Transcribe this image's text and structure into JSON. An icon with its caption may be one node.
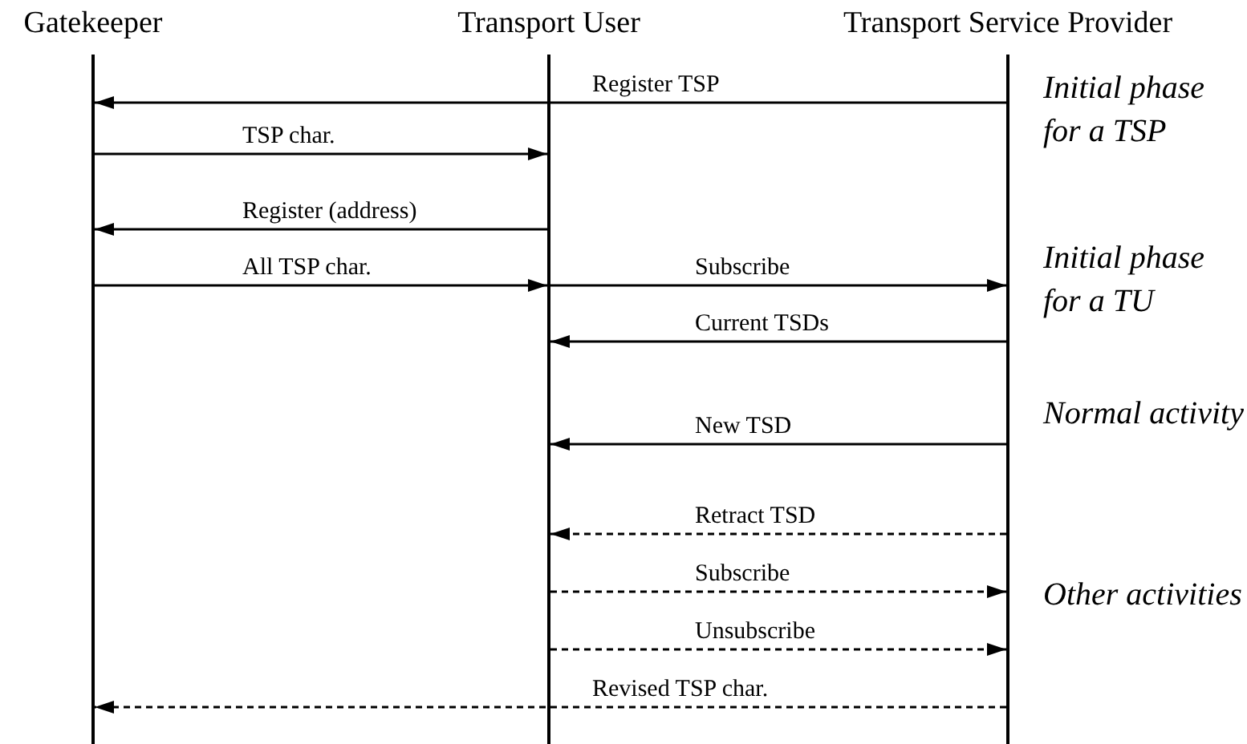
{
  "diagram": {
    "nodes": [
      {
        "text": [
          "Gatekeeper"
        ]
      },
      {
        "text": [
          "Transport User"
        ]
      },
      {
        "text": [
          "Transport Service Provider"
        ]
      }
    ],
    "edges": [
      {
        "from": 2,
        "to": 0,
        "arrow": "to",
        "label": "Register TSP"
      },
      {
        "from": 0,
        "to": 1,
        "arrow": "to",
        "label": "TSP char."
      },
      {
        "from": 1,
        "to": 0,
        "arrow": "to",
        "label": "Register (address)"
      },
      {
        "from": 0,
        "to": 1,
        "arrow": "to",
        "label": "All TSP char."
      },
      {
        "from": 1,
        "to": 2,
        "arrow": "to",
        "label": "Subscribe"
      },
      {
        "from": 2,
        "to": 1,
        "arrow": "to",
        "label": "Current TSDs"
      },
      {
        "from": 2,
        "to": 1,
        "arrow": "to",
        "label": "New TSD"
      },
      {
        "from": 2,
        "to": 1,
        "arrow": "to",
        "label": "Retract TSD",
        "style": "dashed"
      },
      {
        "from": 1,
        "to": 2,
        "arrow": "to",
        "label": "Subscribe",
        "style": "dashed"
      },
      {
        "from": 1,
        "to": 2,
        "arrow": "to",
        "label": "Unsubscribe",
        "style": "dashed"
      },
      {
        "from": 2,
        "to": 0,
        "arrow": "to",
        "label": "Revised TSP char.",
        "style": "dashed"
      }
    ],
    "labels": [
      "Initial phase for a TSP",
      "Initial phase for a TU",
      "Normal activity",
      "Other activities"
    ]
  }
}
